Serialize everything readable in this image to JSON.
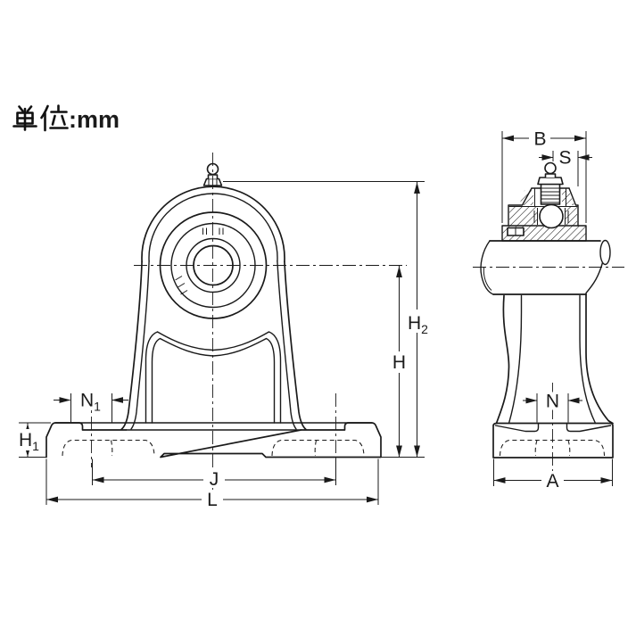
{
  "page": {
    "background": "#ffffff",
    "line_color": "#1a1a1a"
  },
  "unit_note": {
    "kanji": "単位",
    "suffix": ":mm",
    "full_text": "単位:mm"
  },
  "front_view": {
    "dim_labels": {
      "h2": {
        "base": "H",
        "sub": "2"
      },
      "h": {
        "base": "H",
        "sub": ""
      },
      "h1": {
        "base": "H",
        "sub": "1"
      },
      "n1": {
        "base": "N",
        "sub": "1"
      },
      "j": {
        "base": "J",
        "sub": ""
      },
      "l": {
        "base": "L",
        "sub": ""
      }
    }
  },
  "side_view": {
    "dim_labels": {
      "b": {
        "base": "B",
        "sub": ""
      },
      "s": {
        "base": "S",
        "sub": ""
      },
      "n": {
        "base": "N",
        "sub": ""
      },
      "a": {
        "base": "A",
        "sub": ""
      }
    }
  }
}
